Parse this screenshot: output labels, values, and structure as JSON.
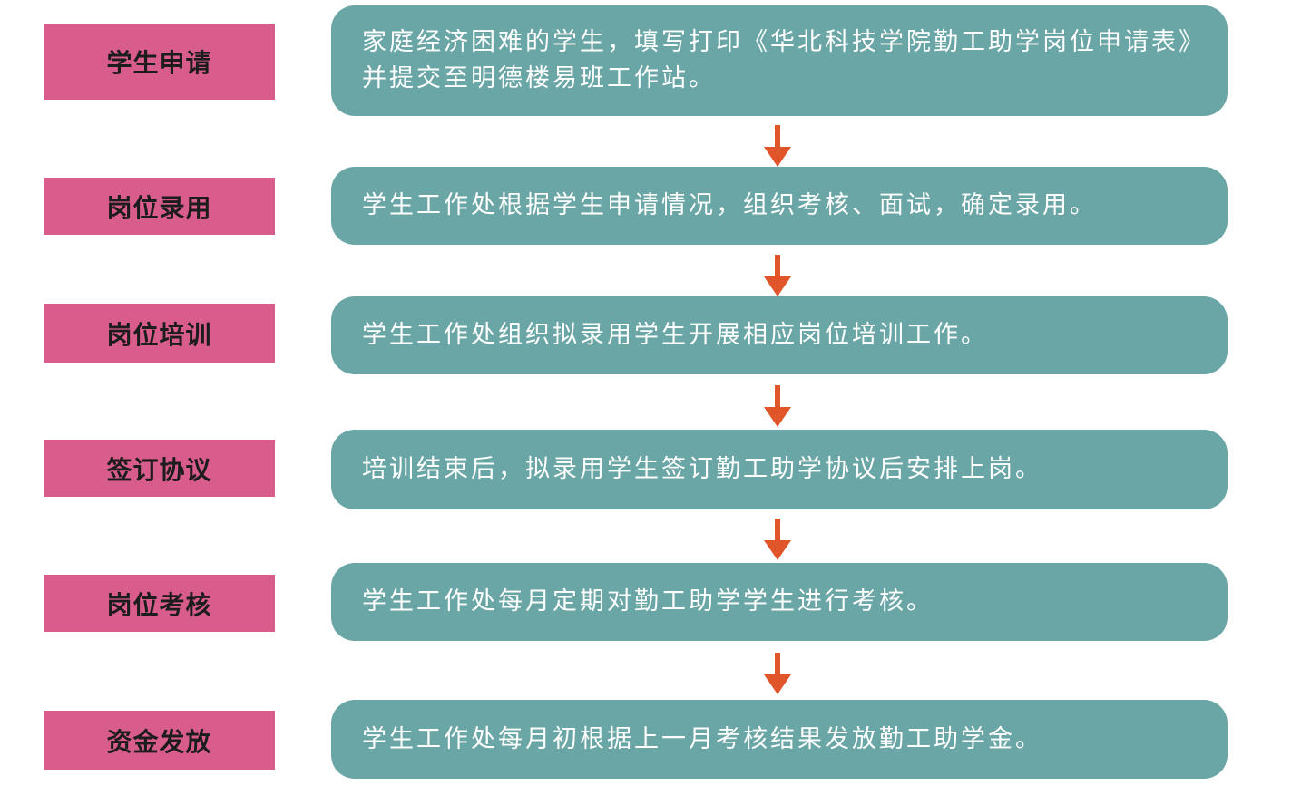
{
  "colors": {
    "label_bg": "#d85c8c",
    "box_bg": "#6aa6a6",
    "arrow": "#e0552a"
  },
  "steps": [
    {
      "label": "学生申请",
      "text": "家庭经济困难的学生，填写打印《华北科技学院勤工助学岗位申请表》并提交至明德楼易班工作站。"
    },
    {
      "label": "岗位录用",
      "text": "学生工作处根据学生申请情况，组织考核、面试，确定录用。"
    },
    {
      "label": "岗位培训",
      "text": "学生工作处组织拟录用学生开展相应岗位培训工作。"
    },
    {
      "label": "签订协议",
      "text": "培训结束后，拟录用学生签订勤工助学协议后安排上岗。"
    },
    {
      "label": "岗位考核",
      "text": "学生工作处每月定期对勤工助学学生进行考核。"
    },
    {
      "label": "资金发放",
      "text": "学生工作处每月初根据上一月考核结果发放勤工助学金。"
    }
  ],
  "arrows": [
    {
      "icon": "down-arrow-icon"
    },
    {
      "icon": "down-arrow-icon"
    },
    {
      "icon": "down-arrow-icon"
    },
    {
      "icon": "down-arrow-icon"
    },
    {
      "icon": "down-arrow-icon"
    }
  ]
}
